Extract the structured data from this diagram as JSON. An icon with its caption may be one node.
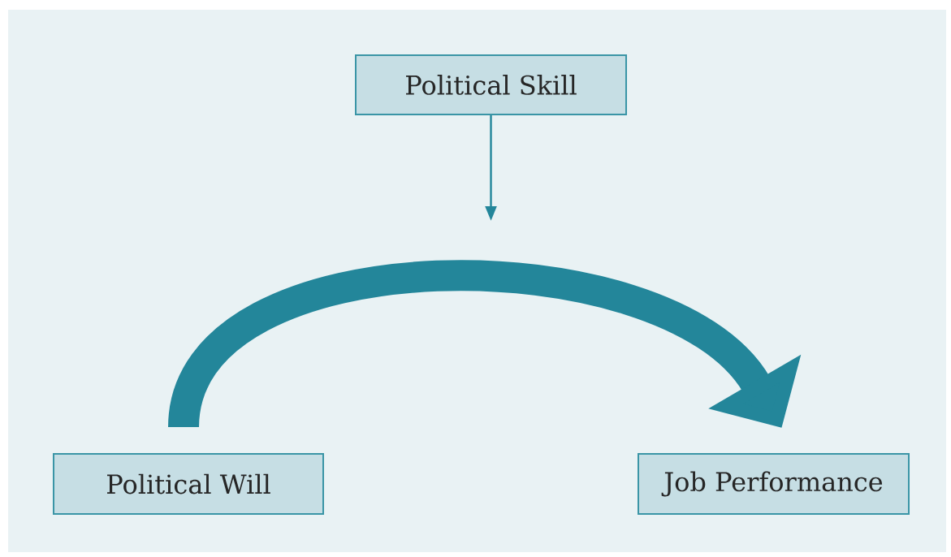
{
  "diagram": {
    "nodes": [
      {
        "text": [
          "Political Skill"
        ]
      },
      {
        "text": [
          "Political Will"
        ]
      },
      {
        "text": [
          "Job Performance"
        ]
      }
    ],
    "edges": [
      {
        "from": 0,
        "to": null,
        "arrow": "to"
      },
      {
        "from": 1,
        "to": 2,
        "arrow": "to",
        "style": "thick"
      }
    ]
  }
}
